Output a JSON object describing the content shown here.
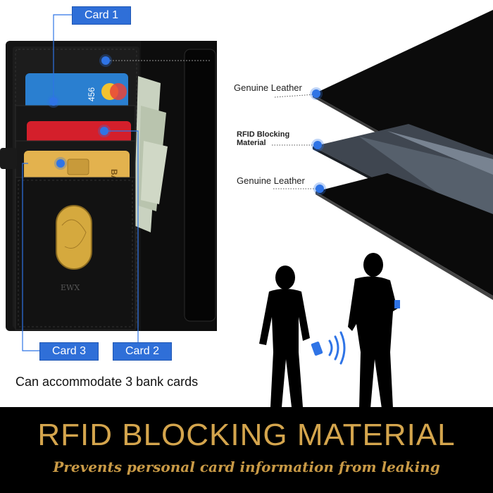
{
  "callouts": {
    "card1": "Card 1",
    "card2": "Card 2",
    "card3": "Card 3"
  },
  "caption": "Can accommodate 3 bank cards",
  "layers": {
    "top": "Genuine Leather",
    "middle": "RFID Blocking\nMaterial",
    "bottom": "Genuine Leather"
  },
  "banner": {
    "title": "RFID BLOCKING MATERIAL",
    "subtitle": "Prevents personal card information from leaking"
  },
  "wallet_brand": "EWX",
  "colors": {
    "accent_blue": "#2f6fd8",
    "gold": "#d4a54d",
    "banner_bg": "#000000"
  },
  "icons": [
    "rfid-signal-icon",
    "person-silhouette",
    "bank-card"
  ]
}
